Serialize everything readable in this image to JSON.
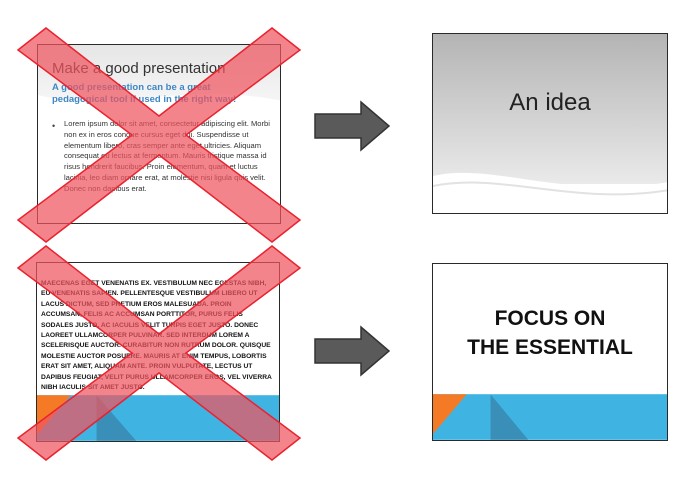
{
  "bad_slide_1": {
    "title": "Make a good presentation",
    "subtitle": "A good presentation can be a great pedagogical tool if used in the right way!",
    "bullet": "•",
    "body": "Lorem ipsum dolor sit amet, consectetur adipiscing elit. Morbi non ex in eros congue cursus eget dui. Suspendisse ut elementum libero, cras semper ante eget ultricies. Aliquam consequat eu lectus at fermentum. Mauris tristique massa id risus hendrerit faucibus. Proin elementum, quam et luctus lacinia, leo diam ornare erat, at molestie nisi ligula quis velit. Donec non dapibus erat."
  },
  "good_slide_1": {
    "title": "An idea"
  },
  "bad_slide_2": {
    "body": "MAECENAS EGET VENENATIS EX. VESTIBULUM NEC EGESTAS NIBH, EU VENENATIS SAPIEN. PELLENTESQUE VESTIBULUM LIBERO UT LACUS DICTUM, SED PRETIUM EROS MALESUADA. PROIN ACCUMSAN, FELIS AC ACCUMSAN PORTTITOR, PURUS FELIS SODALES JUSTO, AC IACULIS VELIT TURPIS EGET JUSTO. DONEC LAOREET ULLAMCORPER PULVINAR. SED INTERDUM LOREM A SCELERISQUE AUCTOR. CURABITUR NON RUTRUM DOLOR. QUISQUE MOLESTIE AUCTOR POSUERE. MAURIS AT ENIM TEMPUS, LOBORTIS ERAT SIT AMET, ALIQUAM ANTE. PROIN VULPUTATE, LECTUS UT DAPIBUS FEUGIAT, VELIT PURUS ULLAMCORPER EROS, VEL VIVERRA NIBH IACULIS SIT AMET JUSTO."
  },
  "good_slide_2": {
    "title_line1": "FOCUS ON",
    "title_line2": "THE ESSENTIAL"
  },
  "colors": {
    "cross_fill": "#f0555e",
    "cross_stroke": "#e8232f",
    "arrow_fill": "#5a5a5a",
    "footer_blue": "#3fb4e3",
    "footer_orange": "#f47a26",
    "footer_triangle": "#3a8fb8"
  },
  "icons": [
    "red-x-cross-icon",
    "right-arrow-icon"
  ]
}
